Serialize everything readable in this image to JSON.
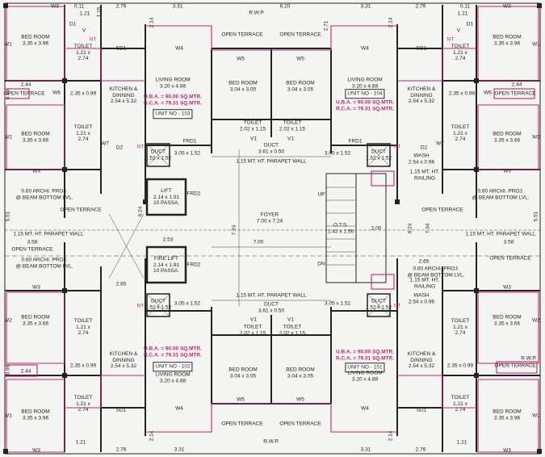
{
  "plan": {
    "foyer": {
      "name": "FOYER",
      "dims": "7.00 x 7.24"
    },
    "lift": {
      "name": "LIFT",
      "dims": "2.14 x 1.91",
      "capacity": "10 PASSA."
    },
    "fire_lift": {
      "name": "FIRE LIFT",
      "dims": "2.14 x 1.91",
      "capacity": "10 PASSA."
    },
    "stair": {
      "name": "O.T.S.",
      "dims": "1.42 x 1.56"
    },
    "units": [
      {
        "no": "UNIT NO - 103",
        "uba": "U.B.A. = 90.00 SQ.MTR.",
        "rca": "R.C.A. = 79.31 SQ.MTR."
      },
      {
        "no": "UNIT NO - 104",
        "uba": "U.B.A. = 90.00 SQ.MTR.",
        "rca": "R.C.A. = 79.31 SQ.MTR."
      },
      {
        "no": "UNIT NO - 102",
        "uba": "U.B.A. = 90.00 SQ.MTR.",
        "rca": "R.C.A. = 79.31 SQ.MTR."
      },
      {
        "no": "UNIT NO - 101",
        "uba": "U.B.A. = 90.00 SQ.MTR.",
        "rca": "R.C.A. = 79.31 SQ.MTR."
      }
    ],
    "rooms": {
      "bed_room": "BED ROOM",
      "toilet": "TOILET",
      "living_room": "LIVING ROOM",
      "kitchen": "KITCHEN &",
      "dinning": "DINNING",
      "wash": "WASH",
      "open_terrace": "OPEN TERRACE",
      "duct": "DUCT",
      "parapet": "1.15 MT. HT. PARAPET WALL",
      "archi_proj": "0.60 ARCHI. PROJ.",
      "beam_bottom": "@ BEAM BOTTOM LVL.",
      "railing_ht": "1.15 MT. HT.",
      "railing": "RAILING",
      "rwp": "R.W.P."
    },
    "dims": {
      "bed_396": "3.35 x 3.96",
      "bed_366": "3.35 x 3.66",
      "toilet_small": "1.21 x",
      "toilet_small2": "2.74",
      "toilet_big": "2.02 x 1.15",
      "bed_mid": "3.04 x 3.05",
      "kitchen": "2.54 x 5.32",
      "living": "3.20 x 4.88",
      "wash": "2.54 x 0.96",
      "duct_small": "1.52 x 1.52",
      "duct_mid": "3.61 x 0.50",
      "corridor": "3.05 x 1.52",
      "ot_small": "2.35 x 0.99",
      "ot_244": "2.44",
      "v_724": "7.24",
      "h_700": "7.00",
      "v_734": "7.34"
    },
    "marks": {
      "w1": "W1",
      "w2": "W2",
      "w3": "W3",
      "w4": "W4",
      "w5": "W5",
      "w6": "W6",
      "w7": "W7",
      "d1": "D1",
      "d2": "D2",
      "v": "V",
      "v1": "V1",
      "nt": "NT",
      "sd1": "SD1",
      "frd1": "FRD1",
      "frd2": "FRD2",
      "up": "UP",
      "dn": "DN",
      "n0": "0.11",
      "n121": "1.21",
      "n115": "1.15",
      "n276": "2.76",
      "n331": "3.31",
      "n214": "2.14",
      "n620": "6.20",
      "n271": "2.71",
      "n358": "3.58",
      "n265": "2.65",
      "n624": "6.24",
      "n551": "5.51",
      "n253": "2.53",
      "n099": "0.99",
      "n200": "2.00"
    }
  }
}
